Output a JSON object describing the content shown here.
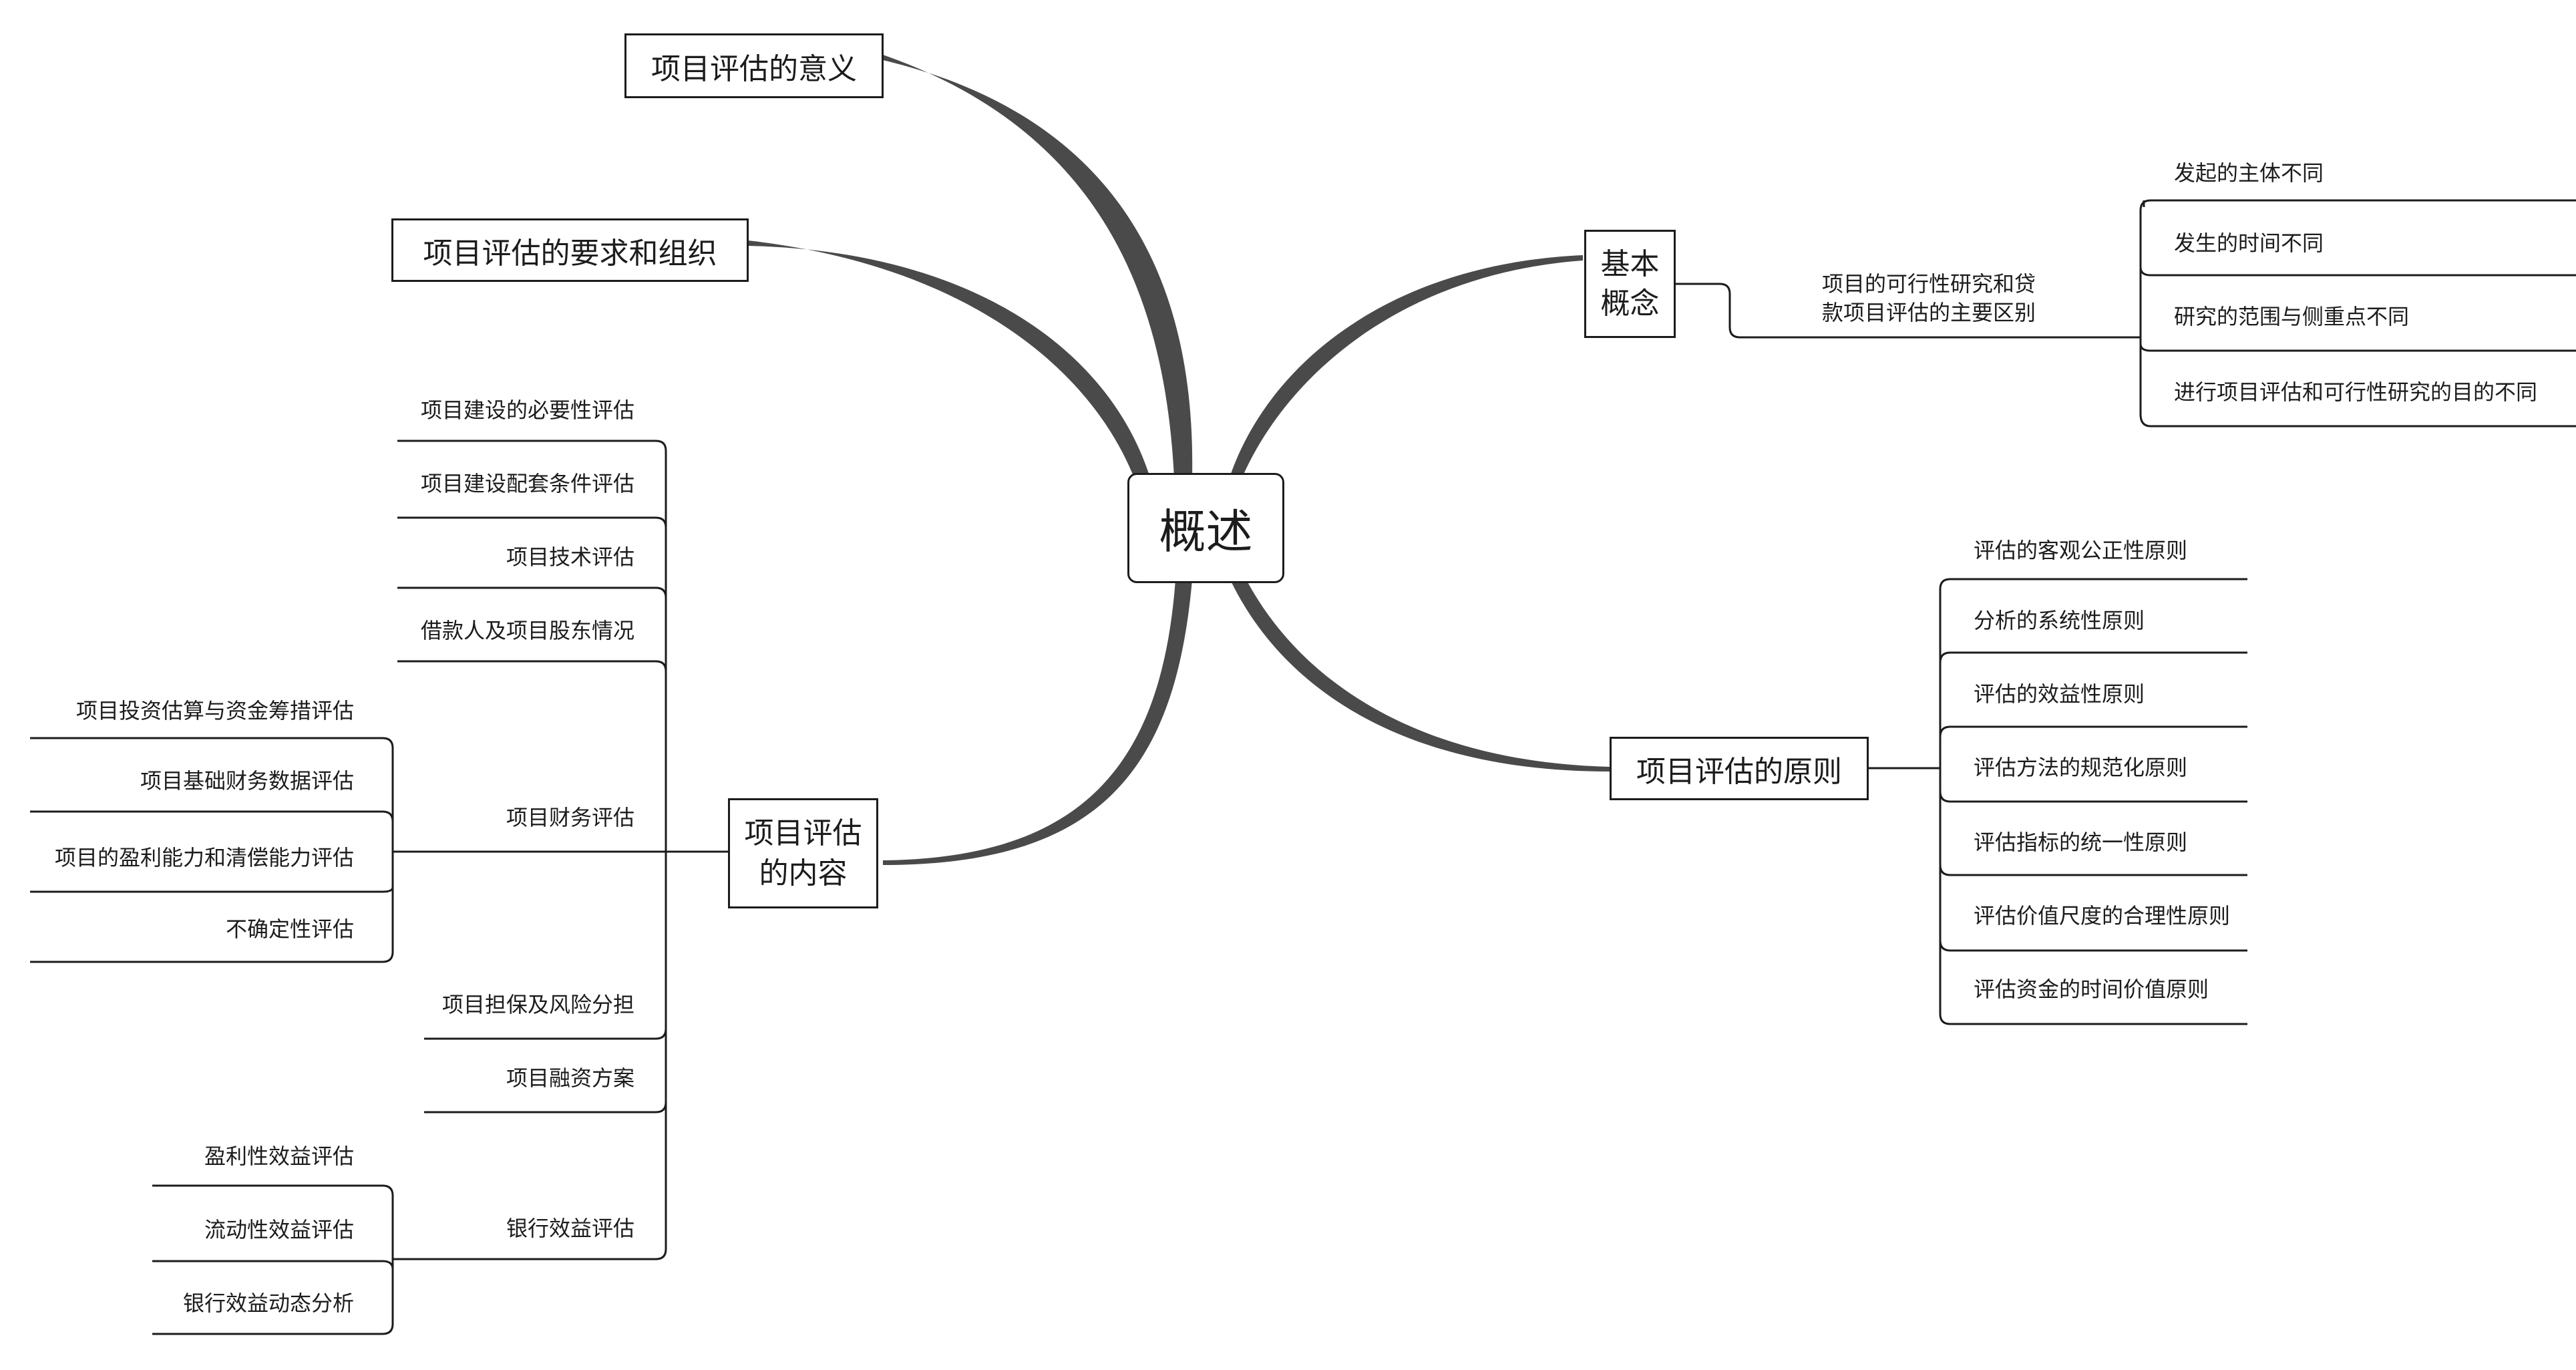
{
  "root": "概述",
  "topics": {
    "meaning": "项目评估的意义",
    "requirements": "项目评估的要求和组织",
    "basic_concept": {
      "line1": "基本",
      "line2": "概念"
    },
    "difference_note": {
      "line1": "项目的可行性研究和贷",
      "line2": "款项目评估的主要区别"
    },
    "differences": [
      "发起的主体不同",
      "发生的时间不同",
      "研究的范围与侧重点不同",
      "进行项目评估和可行性研究的目的不同"
    ],
    "principles": "项目评估的原则",
    "principle_items": [
      "评估的客观公正性原则",
      "分析的系统性原则",
      "评估的效益性原则",
      "评估方法的规范化原则",
      "评估指标的统一性原则",
      "评估价值尺度的合理性原则",
      "评估资金的时间价值原则"
    ],
    "content": {
      "line1": "项目评估",
      "line2": "的内容"
    },
    "content_items": [
      "项目建设的必要性评估",
      "项目建设配套条件评估",
      "项目技术评估",
      "借款人及项目股东情况",
      "项目财务评估",
      "项目担保及风险分担",
      "项目融资方案",
      "银行效益评估"
    ],
    "finance_items": [
      "项目投资估算与资金筹措评估",
      "项目基础财务数据评估",
      "项目的盈利能力和清偿能力评估",
      "不确定性评估"
    ],
    "bank_items": [
      "盈利性效益评估",
      "流动性效益评估",
      "银行效益动态分析"
    ]
  },
  "colors": {
    "branch": "#4a4a4a",
    "line": "#1c1c1c"
  }
}
